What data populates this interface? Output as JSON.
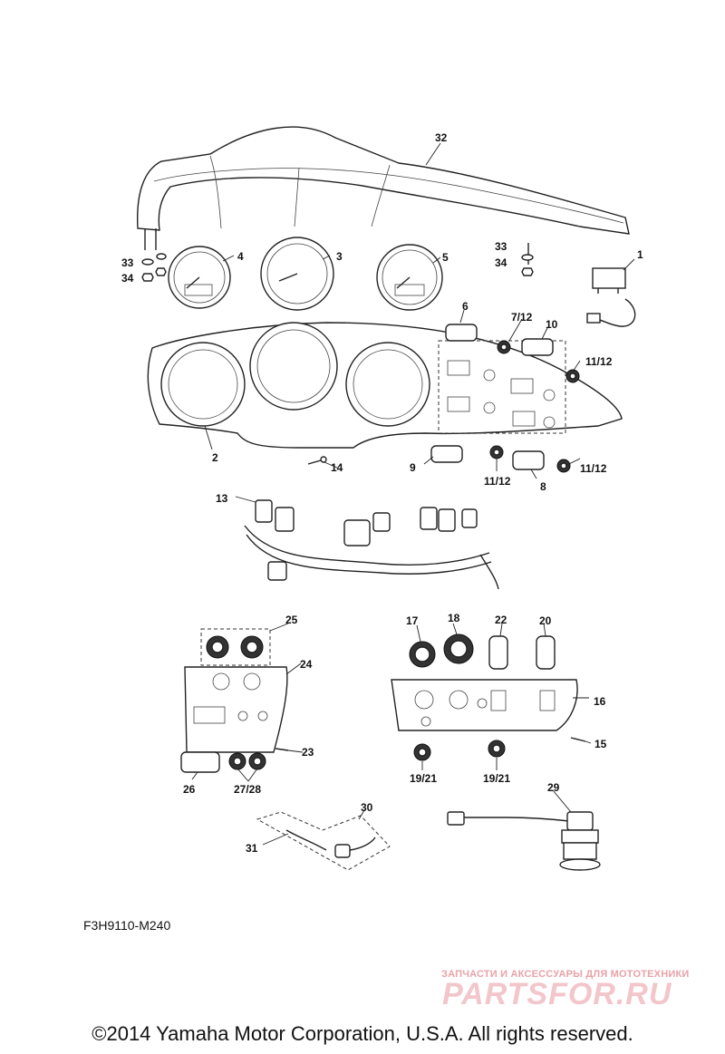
{
  "callouts": [
    {
      "id": "1",
      "label": "1"
    },
    {
      "id": "2",
      "label": "2"
    },
    {
      "id": "3",
      "label": "3"
    },
    {
      "id": "4",
      "label": "4"
    },
    {
      "id": "5",
      "label": "5"
    },
    {
      "id": "6",
      "label": "6"
    },
    {
      "id": "7-12",
      "label": "7/12"
    },
    {
      "id": "8",
      "label": "8"
    },
    {
      "id": "9",
      "label": "9"
    },
    {
      "id": "10",
      "label": "10"
    },
    {
      "id": "11-12-a",
      "label": "11/12"
    },
    {
      "id": "11-12-b",
      "label": "11/12"
    },
    {
      "id": "11-12-c",
      "label": "11/12"
    },
    {
      "id": "13",
      "label": "13"
    },
    {
      "id": "14",
      "label": "14"
    },
    {
      "id": "15",
      "label": "15"
    },
    {
      "id": "16",
      "label": "16"
    },
    {
      "id": "17",
      "label": "17"
    },
    {
      "id": "18",
      "label": "18"
    },
    {
      "id": "19-21-a",
      "label": "19/21"
    },
    {
      "id": "19-21-b",
      "label": "19/21"
    },
    {
      "id": "20",
      "label": "20"
    },
    {
      "id": "22",
      "label": "22"
    },
    {
      "id": "23",
      "label": "23"
    },
    {
      "id": "24",
      "label": "24"
    },
    {
      "id": "25",
      "label": "25"
    },
    {
      "id": "26",
      "label": "26"
    },
    {
      "id": "27-28",
      "label": "27/28"
    },
    {
      "id": "29",
      "label": "29"
    },
    {
      "id": "30",
      "label": "30"
    },
    {
      "id": "31",
      "label": "31"
    },
    {
      "id": "32",
      "label": "32"
    },
    {
      "id": "33-a",
      "label": "33"
    },
    {
      "id": "33-b",
      "label": "33"
    },
    {
      "id": "34-a",
      "label": "34"
    },
    {
      "id": "34-b",
      "label": "34"
    }
  ],
  "diagram_code": "F3H9110-M240",
  "watermark": {
    "tagline": "ЗАПЧАСТИ И АКСЕССУАРЫ ДЛЯ МОТОТЕХНИКИ",
    "logo": "PARTSFOR.RU",
    "color": "#e8a2a8"
  },
  "copyright": "©2014 Yamaha Motor Corporation, U.S.A. All rights reserved."
}
